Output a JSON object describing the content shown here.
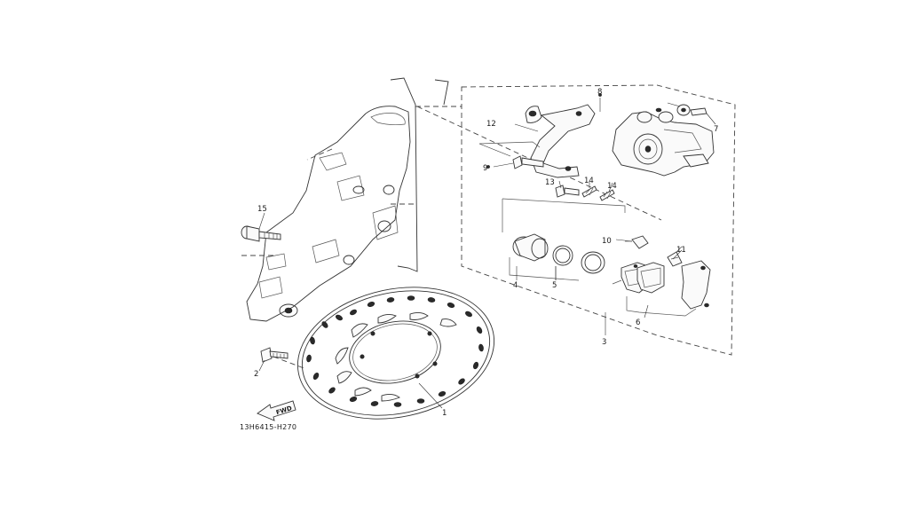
{
  "diagram": {
    "drawing_code": "13H6415-H270",
    "forward_label": "FWD",
    "callouts": {
      "c1_disc": "1",
      "c2_bolt": "2",
      "c3_caliper_assy": "3",
      "c4_piston": "4",
      "c5_seals": "5",
      "c6_pads": "6",
      "c7_bleed": "7",
      "c8_bracket_bolt": "8",
      "c9_pin": "9",
      "c10_clip": "10",
      "c11_spring": "11",
      "c12_bracket": "12",
      "c13_bolt": "13",
      "c14_pin_a": "14",
      "c14_pin_b": "14",
      "c15_bolt": "15"
    }
  }
}
